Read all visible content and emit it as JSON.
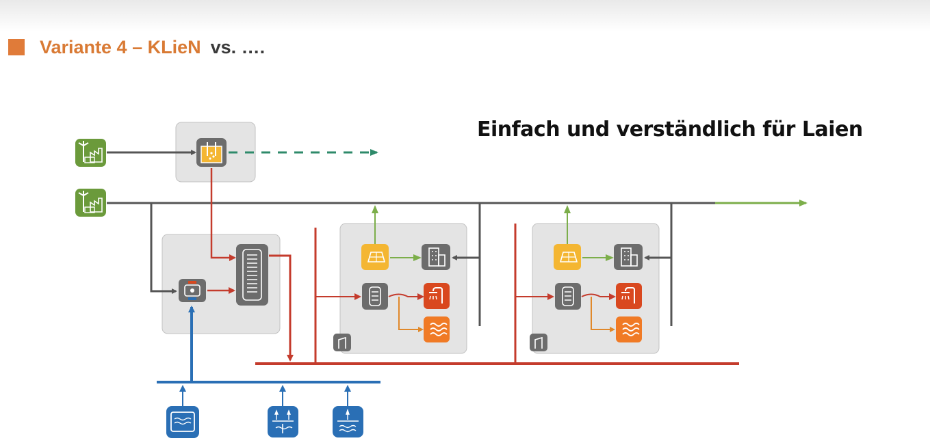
{
  "slide": {
    "title": "Variante 4 – KLieN",
    "title_suffix": "vs. ….",
    "headline": "Einfach und verständlich für Laien"
  },
  "colors": {
    "accent": "#e07b39",
    "power_line": "#555555",
    "heat_line": "#c43b2c",
    "water_line": "#2a6fb5",
    "export_line": "#7cae4a",
    "hydrogen_dash": "#2e8a6a",
    "renewable_icon": "#6b9a3b",
    "pv_icon": "#f4b632",
    "hot_water_icon": "#d9481f",
    "space_heat_icon": "#f07a25",
    "device_icon": "#6c6c6c",
    "box_fill": "#e4e4e4"
  },
  "icons": {
    "renewable_source_top": "wind-pv-factory-icon",
    "renewable_source_grid": "wind-pv-factory-icon",
    "electrolyzer": "electrolyzer-icon",
    "heat_pump": "heat-pump-icon",
    "heat_storage": "heat-storage-tank-icon",
    "house_pv": "pv-panel-icon",
    "house_building": "building-icon",
    "house_storage": "buffer-tank-icon",
    "house_shower": "shower-icon",
    "house_heating": "radiator-heat-icon",
    "house_meter": "meter-icon",
    "water_source_1": "collector-source-icon",
    "water_source_2": "groundwater-source-icon",
    "water_source_3": "surface-water-source-icon"
  }
}
